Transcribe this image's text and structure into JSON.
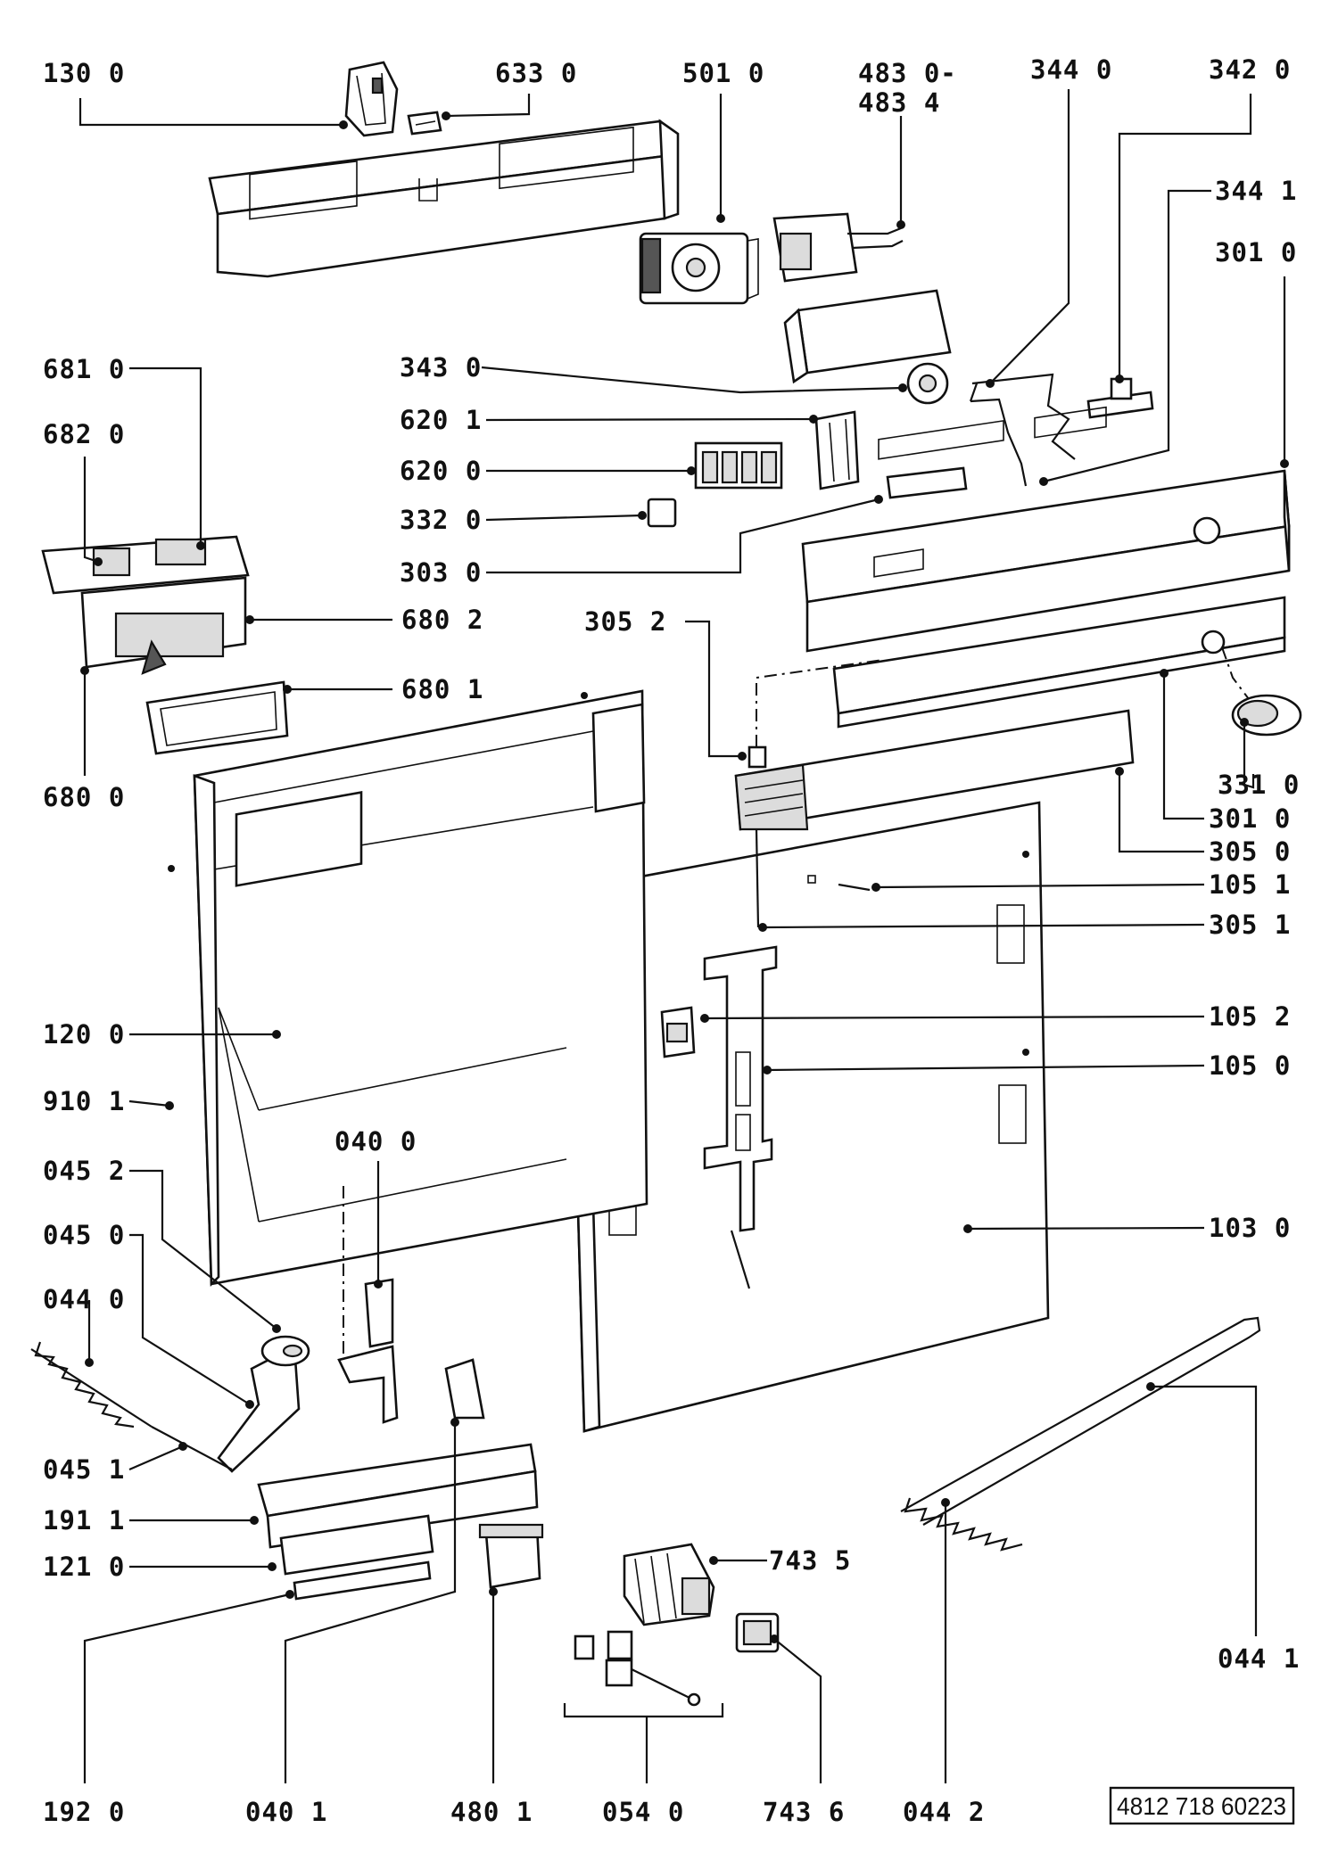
{
  "labels": {
    "l1300": "130 0",
    "l6330": "633 0",
    "l5010": "501 0",
    "l4830a": "483 0-",
    "l4834": "483 4",
    "l3440": "344 0",
    "l3420": "342 0",
    "l3441": "344 1",
    "l3010a": "301 0",
    "l6810": "681 0",
    "l6820": "682 0",
    "l3430": "343 0",
    "l6201": "620 1",
    "l6200": "620 0",
    "l3320": "332 0",
    "l3030": "303 0",
    "l6802": "680 2",
    "l3052": "305 2",
    "l6801": "680 1",
    "l6800": "680 0",
    "l3310": "331 0",
    "l3010b": "301 0",
    "l3050": "305 0",
    "l1051": "105 1",
    "l3051": "305 1",
    "l1200": "120 0",
    "l1052": "105 2",
    "l1050": "105 0",
    "l9101": "910 1",
    "l0400": "040 0",
    "l0452": "045 2",
    "l0450": "045 0",
    "l1030": "103 0",
    "l0440": "044 0",
    "l0451": "045 1",
    "l1911": "191 1",
    "l1210": "121 0",
    "l7435": "743 5",
    "l0441": "044 1",
    "l1920": "192 0",
    "l0401": "040 1",
    "l4801": "480 1",
    "l0540": "054 0",
    "l7436": "743 6",
    "l0442": "044 2"
  },
  "document_code": "4812 718 60223"
}
